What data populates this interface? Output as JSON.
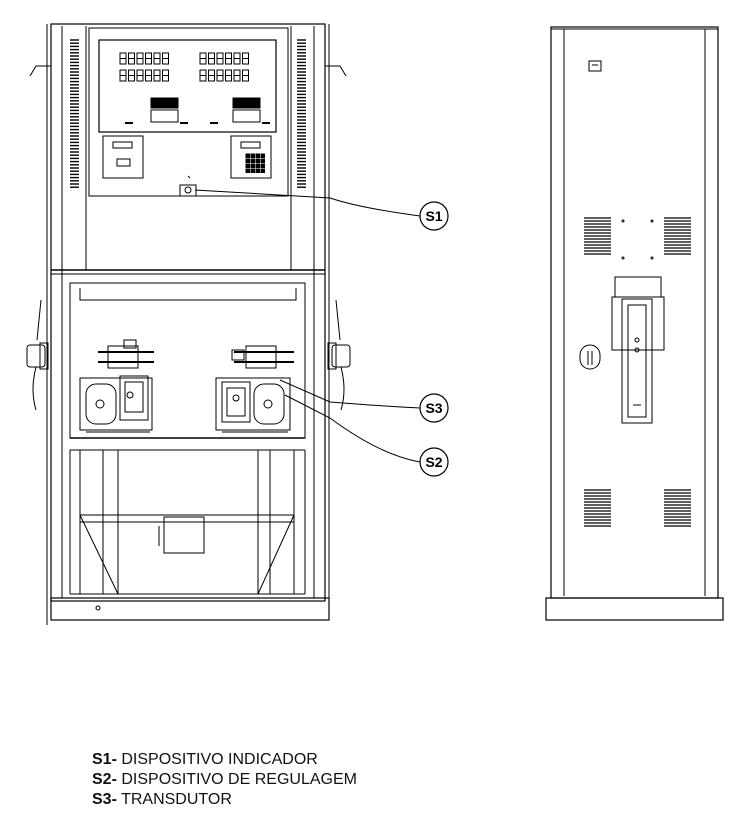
{
  "callouts": [
    {
      "code": "S1"
    },
    {
      "code": "S2"
    },
    {
      "code": "S3"
    }
  ],
  "legend": [
    {
      "code": "S1-",
      "text": " DISPOSITIVO INDICADOR"
    },
    {
      "code": "S2-",
      "text": " DISPOSITIVO DE REGULAGEM"
    },
    {
      "code": "S3-",
      "text": " TRANSDUTOR"
    }
  ],
  "colors": {
    "line": "#000000",
    "background": "#ffffff"
  }
}
